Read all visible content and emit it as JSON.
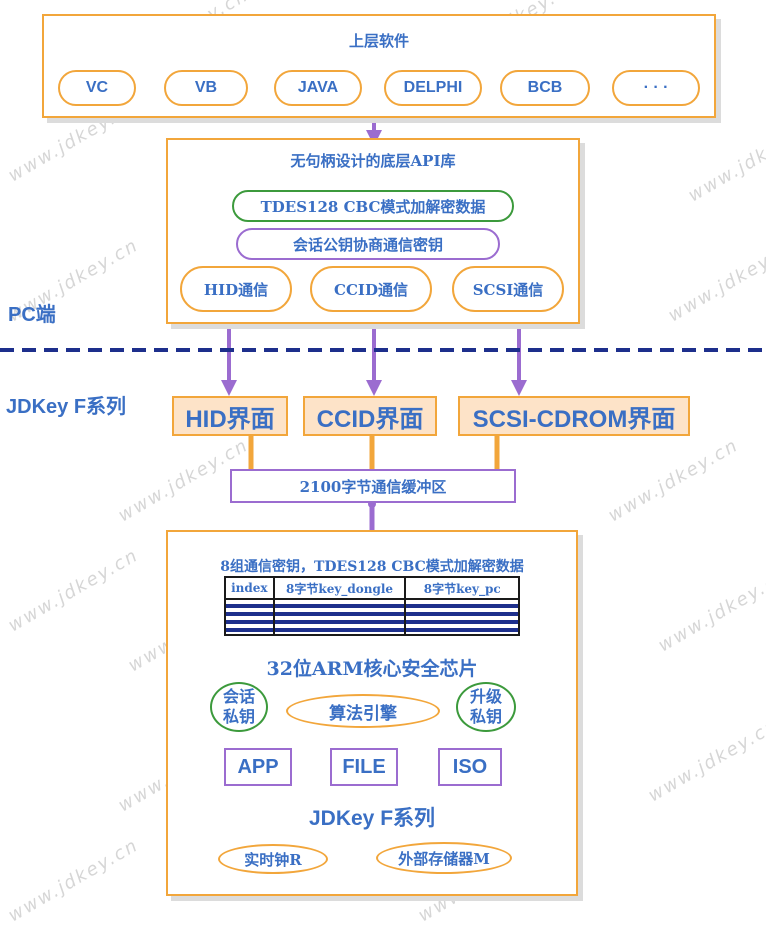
{
  "top": {
    "title": "上层软件",
    "langs": [
      "VC",
      "VB",
      "JAVA",
      "DELPHI",
      "BCB",
      "· · ·"
    ]
  },
  "api": {
    "title": "无句柄设计的底层API库",
    "tdes": "TDES128 CBC模式加解密数据",
    "session": "会话公钥协商通信密钥",
    "comms": [
      "HID通信",
      "CCID通信",
      "SCSI通信"
    ]
  },
  "pc_label": "PC端",
  "jdkey_label": "JDKey F系列",
  "interfaces": [
    "HID界面",
    "CCID界面",
    "SCSI-CDROM界面"
  ],
  "buffer": "2100字节通信缓冲区",
  "chip": {
    "keys_title": "8组通信密钥，TDES128  CBC模式加解密数据",
    "table_headers": [
      "index",
      "8字节key_dongle",
      "8字节key_pc"
    ],
    "arm_title": "32位ARM核心安全芯片",
    "session_key": [
      "会话",
      "私钥"
    ],
    "algo": "算法引擎",
    "upgrade_key": [
      "升级",
      "私钥"
    ],
    "modules": [
      "APP",
      "FILE",
      "ISO"
    ],
    "series": "JDKey F系列",
    "rtc": "实时钟R",
    "ext_mem": "外部存储器M"
  },
  "watermark": "www.jdkey.cn",
  "colors": {
    "text": "#3a6fc4",
    "orange": "#f2a63b",
    "green": "#3c9a3c",
    "purple": "#9b6cd0",
    "dashed_line": "#1d2f8c"
  }
}
